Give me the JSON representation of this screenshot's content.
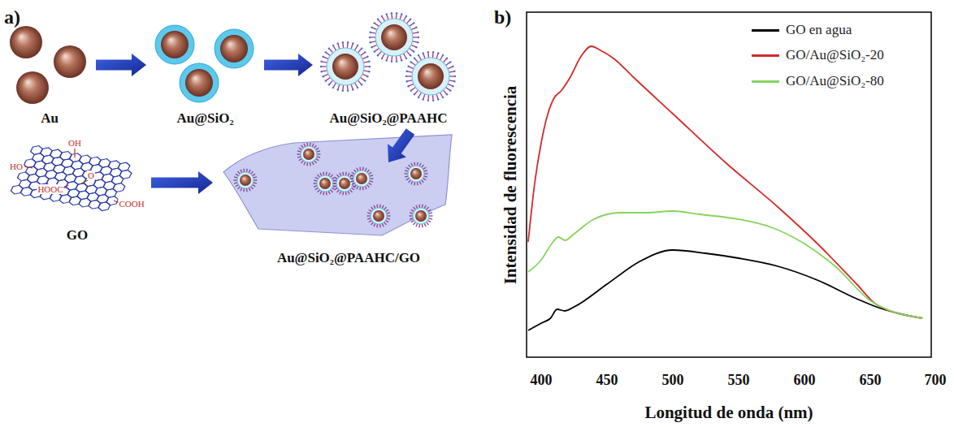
{
  "diagram": {
    "nodes": [
      {
        "text": [
          "Au"
        ]
      },
      {
        "text": [
          "Au@SiO₂"
        ]
      },
      {
        "text": [
          "Au@SiO₂@PAAHC"
        ]
      },
      {
        "text": [
          "GO"
        ]
      },
      {
        "text": [
          "Au@SiO₂@PAAHC/GO"
        ]
      }
    ],
    "edges": [
      {
        "from": 0,
        "to": 1,
        "arrow": "to"
      },
      {
        "from": 1,
        "to": 2,
        "arrow": "to"
      },
      {
        "from": 2,
        "to": 4,
        "arrow": "to"
      },
      {
        "from": 3,
        "to": 4,
        "arrow": "to"
      }
    ],
    "labels": [
      "a)",
      "b)",
      "OH",
      "HO",
      "HOOC",
      "O",
      "COOH",
      "Intensidad de fluorescencia",
      "400",
      "450",
      "500",
      "550",
      "600",
      "650",
      "700",
      "Longitud de onda (nm)"
    ],
    "legend": [
      {
        "text": "GO en agua",
        "color": "#000000"
      },
      {
        "text": "GO/Au@SiO₂-20",
        "color": "#d42a2a"
      },
      {
        "text": "GO/Au@SiO₂-80",
        "color": "#86d45e"
      }
    ]
  }
}
